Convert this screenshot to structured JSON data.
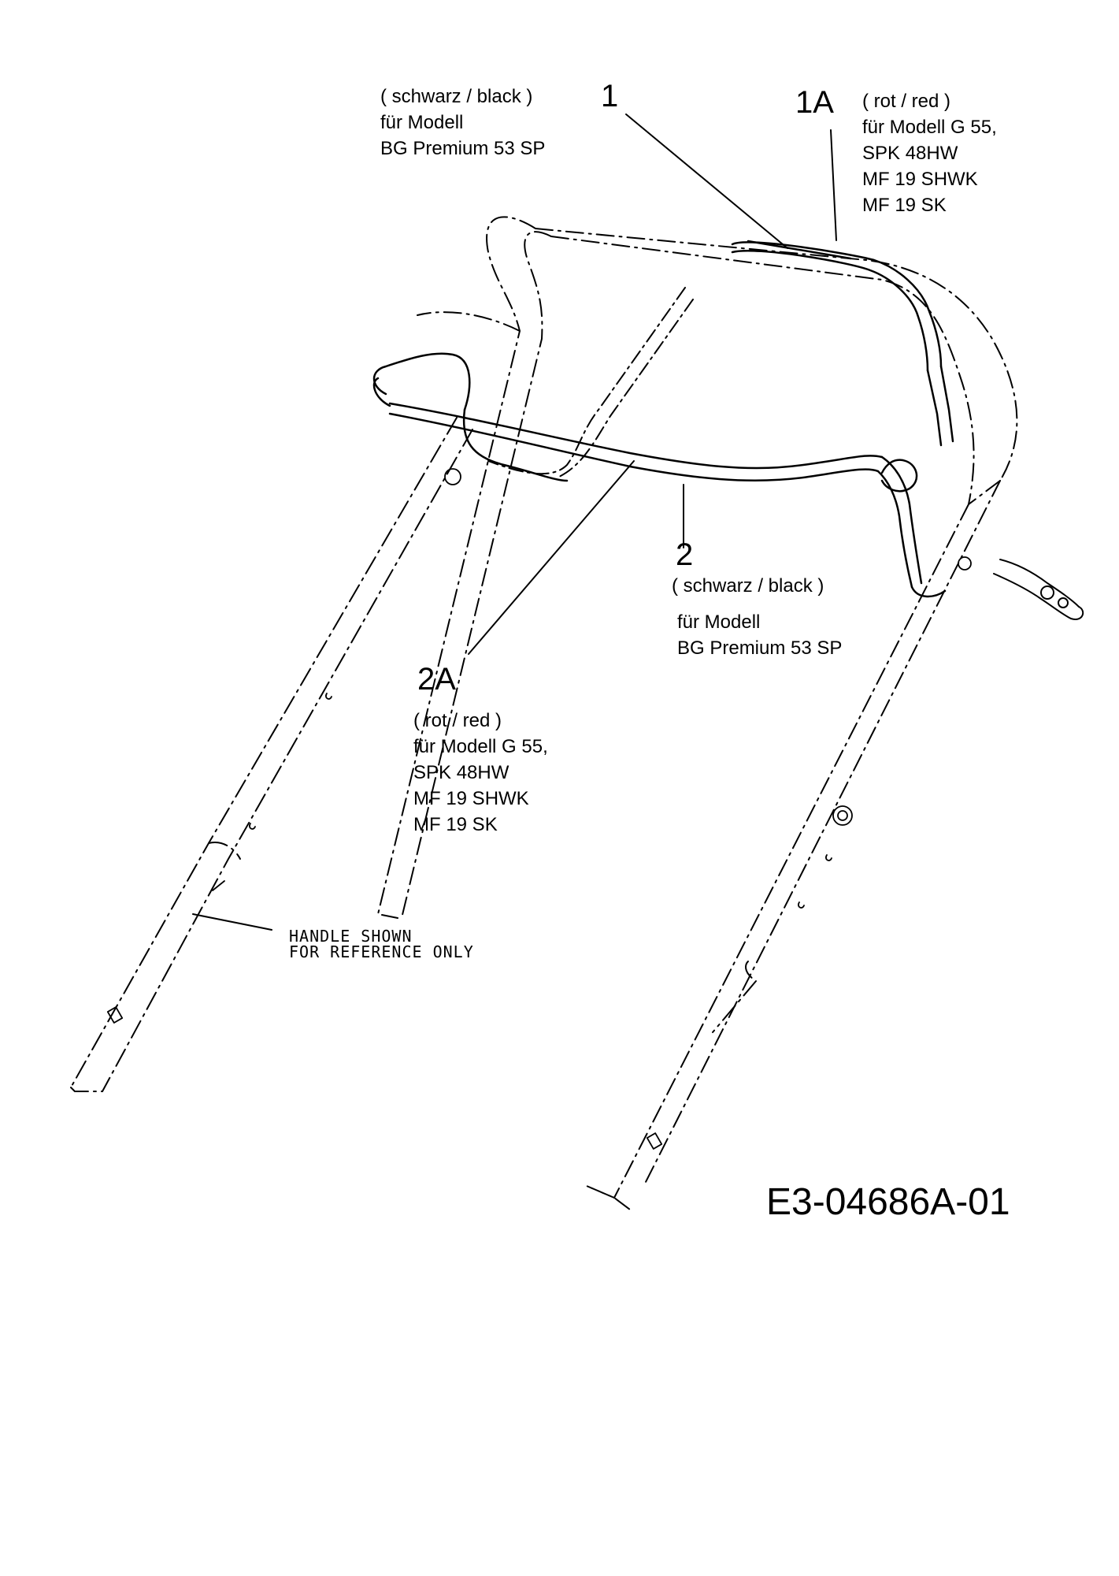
{
  "labels": {
    "part_1": {
      "number": "1",
      "color": "( schwarz / black )",
      "models": [
        "für Modell",
        "BG Premium 53 SP"
      ]
    },
    "part_1a": {
      "number": "1A",
      "color": "( rot /  red )",
      "models": [
        "für Modell G 55,",
        "SPK 48HW",
        "MF 19 SHWK",
        "MF 19 SK"
      ]
    },
    "part_2": {
      "number": "2",
      "color": "( schwarz / black )",
      "models": [
        "für Modell",
        "BG Premium 53 SP"
      ]
    },
    "part_2a": {
      "number": "2A",
      "color": "( rot /  red )",
      "models": [
        "für Modell G 55,",
        "SPK 48HW",
        "MF 19 SHWK",
        "MF 19 SK"
      ]
    },
    "reference_note": [
      "HANDLE SHOWN",
      "FOR REFERENCE ONLY"
    ],
    "drawing_code": "E3-04686A-01"
  },
  "colors": {
    "line": "#000000",
    "background": "#ffffff"
  }
}
